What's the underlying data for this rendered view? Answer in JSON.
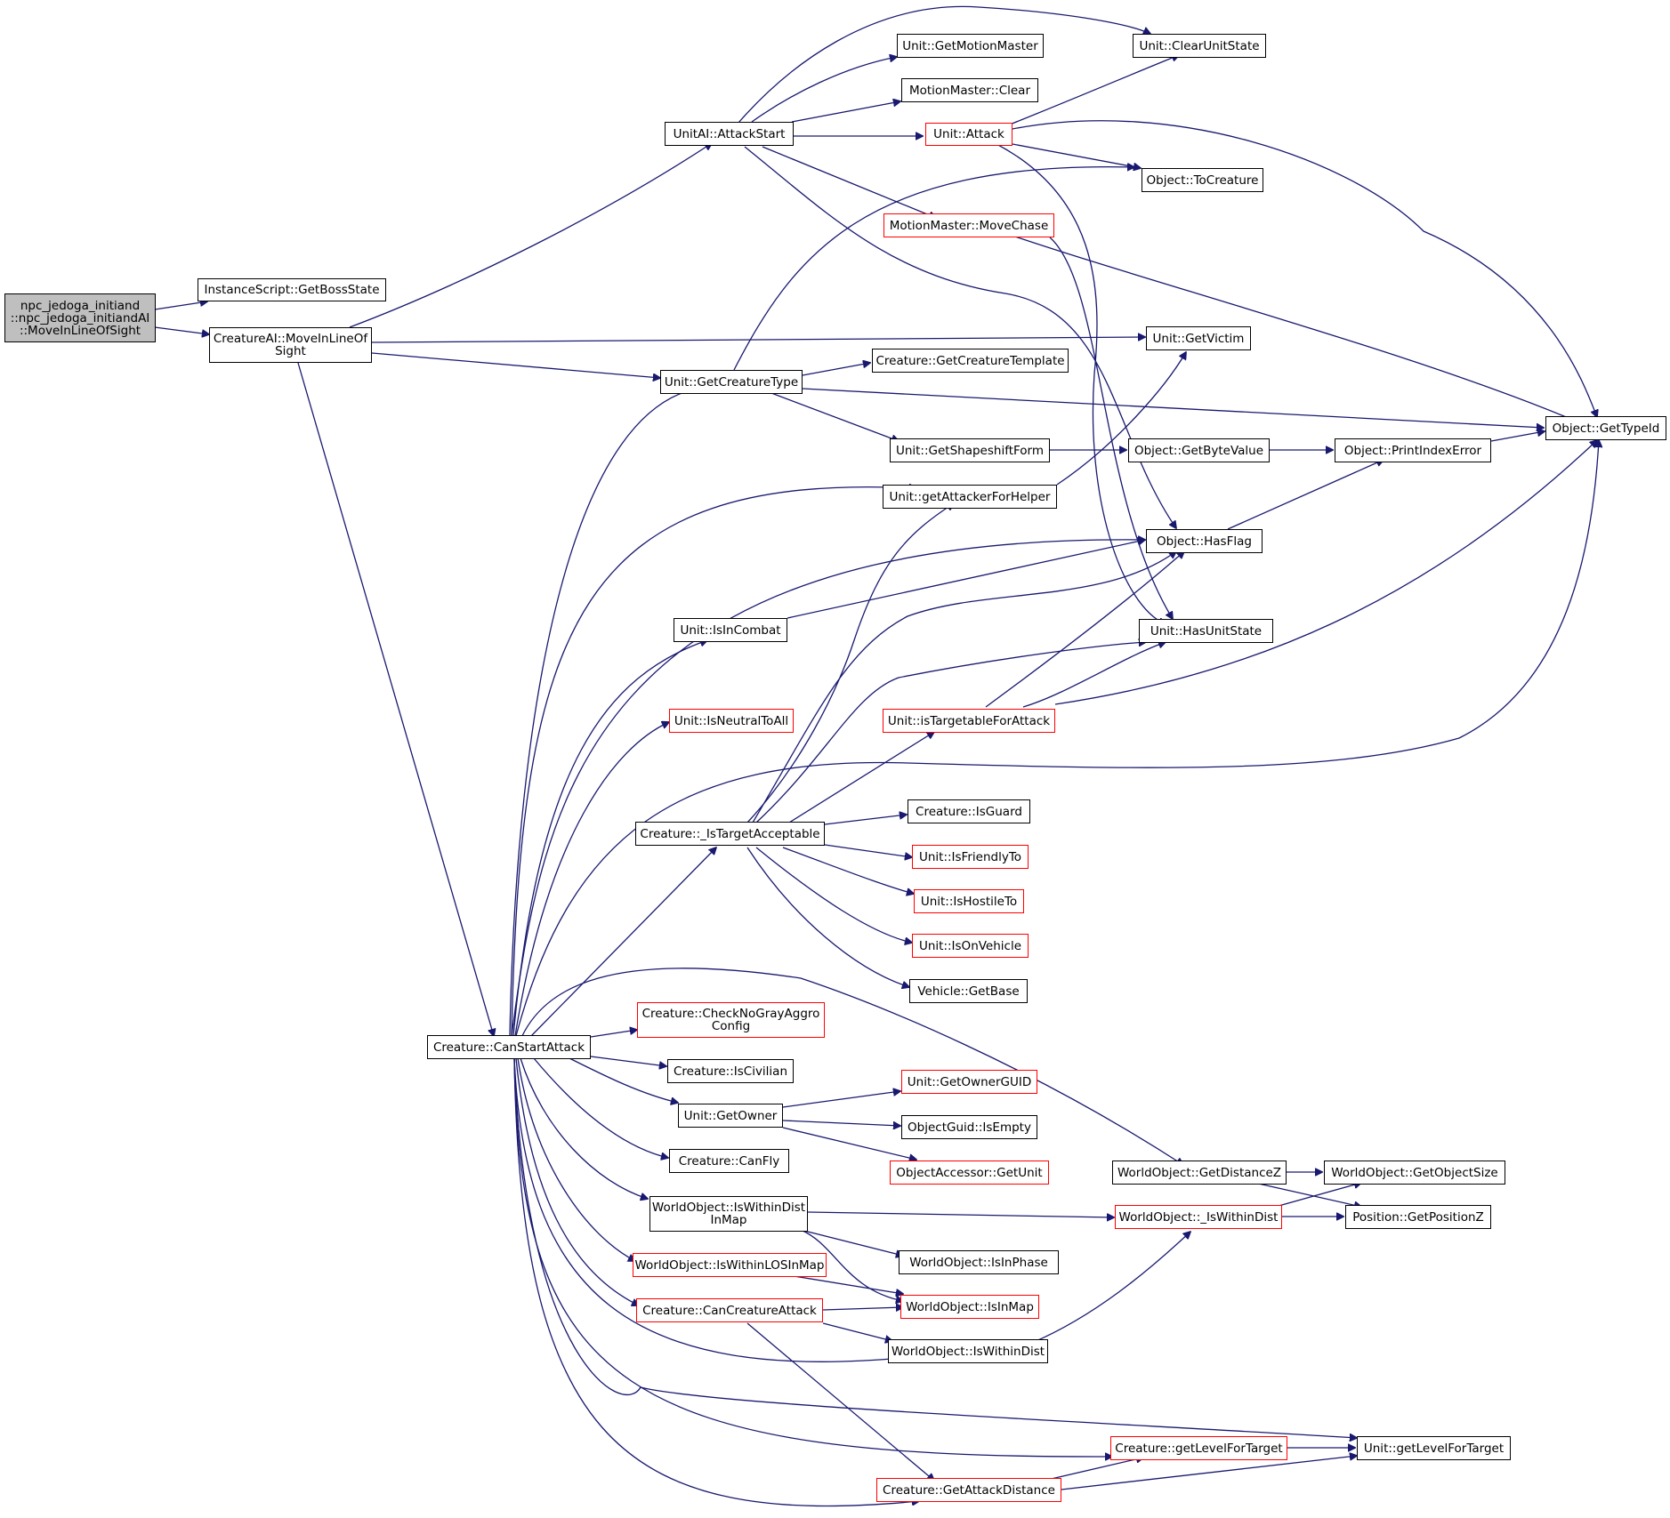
{
  "colors": {
    "edge": "#191970",
    "node_border": "#000000",
    "node_border_link": "#ff0000",
    "root_fill": "#bfbfbf"
  },
  "nodes": {
    "root": "npc_jedoga_initiand\n::npc_jedoga_initiandAI\n::MoveInLineOfSight",
    "instancescript_getbossstate": "InstanceScript::GetBossState",
    "creatureai_moveinlineofsight": "CreatureAI::MoveInLineOf\nSight",
    "unitai_attackstart": "UnitAI::AttackStart",
    "unit_getmotionmaster": "Unit::GetMotionMaster",
    "motionmaster_clear": "MotionMaster::Clear",
    "unit_clearunitstate": "Unit::ClearUnitState",
    "unit_attack": "Unit::Attack",
    "object_tocreature": "Object::ToCreature",
    "motionmaster_movechase": "MotionMaster::MoveChase",
    "unit_getvictim": "Unit::GetVictim",
    "unit_getcreaturetype": "Unit::GetCreatureType",
    "creature_getcreaturetemplate": "Creature::GetCreatureTemplate",
    "object_gettypeid": "Object::GetTypeId",
    "unit_getshapeshiftform": "Unit::GetShapeshiftForm",
    "object_getbytevalue": "Object::GetByteValue",
    "object_printindexerror": "Object::PrintIndexError",
    "unit_getattackerforhelper": "Unit::getAttackerForHelper",
    "object_hasflag": "Object::HasFlag",
    "unit_isincombat": "Unit::IsInCombat",
    "unit_hasunitstate": "Unit::HasUnitState",
    "unit_isneutraltoall": "Unit::IsNeutralToAll",
    "unit_istargetableforattack": "Unit::isTargetableForAttack",
    "creature_istargetacceptable": "Creature::_IsTargetAcceptable",
    "creature_isguard": "Creature::IsGuard",
    "unit_isfriendlyto": "Unit::IsFriendlyTo",
    "unit_ishostileto": "Unit::IsHostileTo",
    "unit_isonvehicle": "Unit::IsOnVehicle",
    "vehicle_getbase": "Vehicle::GetBase",
    "creature_checknograyaggroconfig": "Creature::CheckNoGrayAggro\nConfig",
    "creature_canstartattack": "Creature::CanStartAttack",
    "creature_iscivilian": "Creature::IsCivilian",
    "unit_getownerguid": "Unit::GetOwnerGUID",
    "unit_getowner": "Unit::GetOwner",
    "objectguid_isempty": "ObjectGuid::IsEmpty",
    "creature_canfly": "Creature::CanFly",
    "objectaccessor_getunit": "ObjectAccessor::GetUnit",
    "worldobject_getdistancez": "WorldObject::GetDistanceZ",
    "worldobject_getobjectsize": "WorldObject::GetObjectSize",
    "worldobject_iswithindistinmap": "WorldObject::IsWithinDist\nInMap",
    "worldobject_iswithindist_private": "WorldObject::_IsWithinDist",
    "position_getpositionz": "Position::GetPositionZ",
    "worldobject_isinphase": "WorldObject::IsInPhase",
    "worldobject_iswithinlosinmap": "WorldObject::IsWithinLOSInMap",
    "worldobject_isinmap": "WorldObject::IsInMap",
    "creature_cancreatureattack": "Creature::CanCreatureAttack",
    "worldobject_iswithindist": "WorldObject::IsWithinDist",
    "creature_getlevelfortarget": "Creature::getLevelForTarget",
    "unit_getlevelfortarget": "Unit::getLevelForTarget",
    "creature_getattackdistance": "Creature::GetAttackDistance"
  }
}
